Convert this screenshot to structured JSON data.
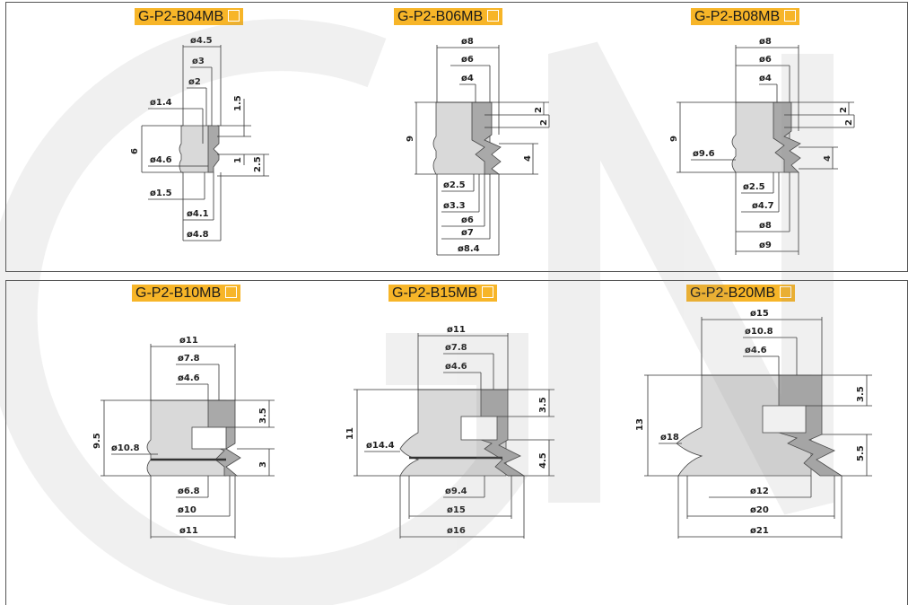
{
  "watermark": {
    "letters": "GN"
  },
  "colors": {
    "title_bg": "#f7b528",
    "body": "#d9d9d9",
    "section": "#a9a9a9"
  },
  "parts": [
    {
      "title": "G-P2-B04MB"
    },
    {
      "title": "G-P2-B06MB"
    },
    {
      "title": "G-P2-B08MB"
    },
    {
      "title": "G-P2-B10MB"
    },
    {
      "title": "G-P2-B15MB"
    },
    {
      "title": "G-P2-B20MB"
    }
  ],
  "labels": {
    "b04": [
      "ø4.5",
      "ø3",
      "ø2",
      "ø1.4",
      "1.5",
      "6",
      "ø4.6",
      "1",
      "2.5",
      "ø1.5",
      "ø4.1",
      "ø4.8"
    ],
    "b06": [
      "ø8",
      "ø6",
      "ø4",
      "2",
      "2",
      "9",
      "4",
      "ø2.5",
      "ø3.3",
      "ø6",
      "ø7",
      "ø8.4"
    ],
    "b08": [
      "ø8",
      "ø6",
      "ø4",
      "2",
      "2",
      "9",
      "ø9.6",
      "4",
      "ø2.5",
      "ø4.7",
      "ø8",
      "ø9"
    ],
    "b10": [
      "ø11",
      "ø7.8",
      "ø4.6",
      "3.5",
      "9.5",
      "ø10.8",
      "3",
      "ø6.8",
      "ø10",
      "ø11"
    ],
    "b15": [
      "ø11",
      "ø7.8",
      "ø4.6",
      "3.5",
      "11",
      "ø14.4",
      "4.5",
      "ø9.4",
      "ø15",
      "ø16"
    ],
    "b20": [
      "ø15",
      "ø10.8",
      "ø4.6",
      "3.5",
      "13",
      "ø18",
      "5.5",
      "ø12",
      "ø20",
      "ø21"
    ]
  }
}
